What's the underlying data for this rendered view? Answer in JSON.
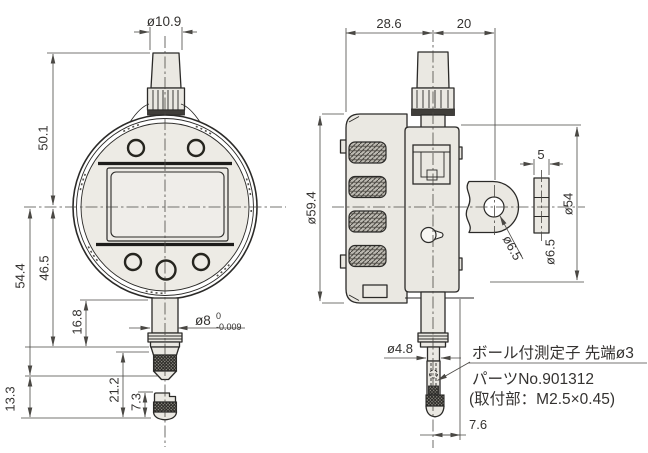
{
  "front": {
    "dims": {
      "cap_dia": "ø10.9",
      "upper_height": "50.1",
      "center_to_stem_end": "46.5",
      "center_to_tip": "54.4",
      "stem_length": "16.8",
      "lower_travel": "13.3",
      "spindle_section": "21.2",
      "contact_length": "7.3",
      "stem_dia": "ø8",
      "stem_tol_upper": "0",
      "stem_tol_lower": "-0.009"
    }
  },
  "side": {
    "dims": {
      "front_depth": "28.6",
      "rear_depth": "20",
      "bezel_dia": "ø59.4",
      "body_dia": "ø54",
      "lug_width": "5",
      "lug_hole_dia": "ø6.5",
      "lug_hole_dia_side": "ø6.5",
      "probe_dia": "ø4.8",
      "rear_offset": "7.6"
    },
    "note": {
      "line1": "ボール付測定子 先端ø3",
      "line2": "パーツNo.901312",
      "line3": "(取付部：M2.5×0.45)"
    }
  },
  "colors": {
    "line": "#2b2a28",
    "body_fill": "#eae8e2",
    "face_fill": "#edebe5"
  }
}
